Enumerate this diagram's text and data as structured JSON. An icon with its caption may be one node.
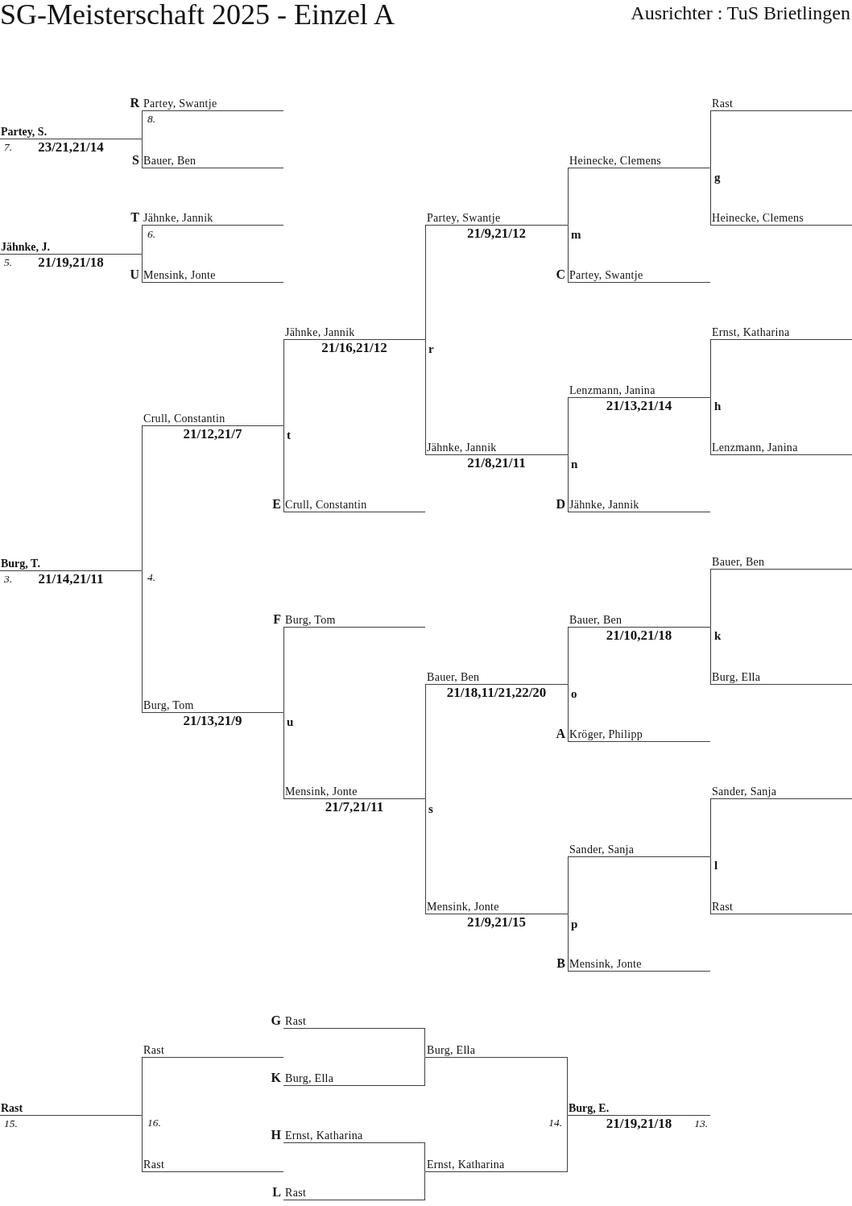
{
  "diagram": {
    "title": "SG-Meisterschaft 2025 - Einzel A",
    "nodes": [
      {
        "text": [
          "Partey, Swantje"
        ],
        "beside": [
          "R"
        ]
      },
      {
        "text": [
          "Rast"
        ]
      },
      {
        "text": [
          "Partey, S."
        ],
        "beside": [
          "7.",
          "23/21,21/14"
        ]
      },
      {
        "text": [
          "Bauer, Ben"
        ],
        "beside": [
          "S"
        ]
      },
      {
        "text": [
          "Heinecke, Clemens"
        ]
      },
      {
        "text": [
          "Jähnke, Jannik"
        ],
        "beside": [
          "T"
        ]
      },
      {
        "text": [
          "Partey, Swantje"
        ],
        "beside": [
          "21/9,21/12"
        ]
      },
      {
        "text": [
          "Heinecke, Clemens"
        ]
      },
      {
        "text": [
          "Jähnke, J."
        ],
        "beside": [
          "5.",
          "21/19,21/18"
        ]
      },
      {
        "text": [
          "Mensink, Jonte"
        ],
        "beside": [
          "U"
        ]
      },
      {
        "text": [
          "Partey, Swantje"
        ],
        "beside": [
          "C"
        ]
      },
      {
        "text": [
          "Jähnke, Jannik"
        ],
        "beside": [
          "21/16,21/12"
        ]
      },
      {
        "text": [
          "Ernst, Katharina"
        ]
      },
      {
        "text": [
          "Lenzmann, Janina"
        ],
        "beside": [
          "21/13,21/14"
        ]
      },
      {
        "text": [
          "Crull, Constantin"
        ],
        "beside": [
          "21/12,21/7"
        ]
      },
      {
        "text": [
          "Jähnke, Jannik"
        ],
        "beside": [
          "21/8,21/11"
        ]
      },
      {
        "text": [
          "Lenzmann, Janina"
        ]
      },
      {
        "text": [
          "Crull, Constantin"
        ],
        "beside": [
          "E"
        ]
      },
      {
        "text": [
          "Jähnke, Jannik"
        ],
        "beside": [
          "D"
        ]
      },
      {
        "text": [
          "Burg, T."
        ],
        "beside": [
          "3.",
          "21/14,21/11"
        ]
      },
      {
        "text": [
          "Bauer, Ben"
        ]
      },
      {
        "text": [
          "Burg, Tom"
        ],
        "beside": [
          "F"
        ]
      },
      {
        "text": [
          "Bauer, Ben"
        ],
        "beside": [
          "21/10,21/18"
        ]
      },
      {
        "text": [
          "Bauer, Ben"
        ],
        "beside": [
          "21/18,11/21,22/20"
        ]
      },
      {
        "text": [
          "Burg, Ella"
        ]
      },
      {
        "text": [
          "Burg, Tom"
        ],
        "beside": [
          "21/13,21/9"
        ]
      },
      {
        "text": [
          "Kröger, Philipp"
        ],
        "beside": [
          "A"
        ]
      },
      {
        "text": [
          "Mensink, Jonte"
        ],
        "beside": [
          "21/7,21/11"
        ]
      },
      {
        "text": [
          "Sander, Sanja"
        ]
      },
      {
        "text": [
          "Sander, Sanja"
        ]
      },
      {
        "text": [
          "Mensink, Jonte"
        ],
        "beside": [
          "21/9,21/15"
        ]
      },
      {
        "text": [
          "Rast"
        ]
      },
      {
        "text": [
          "Mensink, Jonte"
        ],
        "beside": [
          "B"
        ]
      },
      {
        "text": [
          "Rast"
        ],
        "beside": [
          "G"
        ]
      },
      {
        "text": [
          "Rast"
        ]
      },
      {
        "text": [
          "Burg, Ella"
        ]
      },
      {
        "text": [
          "Burg, Ella"
        ],
        "beside": [
          "K"
        ]
      },
      {
        "text": [
          "Rast"
        ],
        "beside": [
          "15."
        ]
      },
      {
        "text": [
          "Burg, E."
        ],
        "beside": [
          "21/19,21/18",
          "13."
        ]
      },
      {
        "text": [
          "Ernst, Katharina"
        ],
        "beside": [
          "H"
        ]
      },
      {
        "text": [
          "Rast"
        ]
      },
      {
        "text": [
          "Ernst, Katharina"
        ]
      },
      {
        "text": [
          "Rast"
        ],
        "beside": [
          "L"
        ]
      }
    ],
    "edges": [
      {
        "from": 0,
        "to": 2,
        "arrow": "none"
      },
      {
        "from": 3,
        "to": 2,
        "arrow": "none"
      },
      {
        "from": 5,
        "to": 8,
        "arrow": "none"
      },
      {
        "from": 9,
        "to": 8,
        "arrow": "none"
      },
      {
        "from": 1,
        "to": 4,
        "arrow": "none"
      },
      {
        "from": 7,
        "to": 4,
        "arrow": "none"
      },
      {
        "from": 4,
        "to": 6,
        "arrow": "none"
      },
      {
        "from": 10,
        "to": 6,
        "arrow": "none"
      },
      {
        "from": 12,
        "to": 13,
        "arrow": "none"
      },
      {
        "from": 16,
        "to": 13,
        "arrow": "none"
      },
      {
        "from": 13,
        "to": 15,
        "arrow": "none"
      },
      {
        "from": 18,
        "to": 15,
        "arrow": "none"
      },
      {
        "from": 6,
        "to": 11,
        "arrow": "none"
      },
      {
        "from": 15,
        "to": 11,
        "arrow": "none"
      },
      {
        "from": 11,
        "to": 14,
        "arrow": "none"
      },
      {
        "from": 17,
        "to": 14,
        "arrow": "none"
      },
      {
        "from": 14,
        "to": 19,
        "arrow": "none"
      },
      {
        "from": 25,
        "to": 19,
        "arrow": "none"
      },
      {
        "from": 20,
        "to": 22,
        "arrow": "none"
      },
      {
        "from": 24,
        "to": 22,
        "arrow": "none"
      },
      {
        "from": 22,
        "to": 23,
        "arrow": "none"
      },
      {
        "from": 26,
        "to": 23,
        "arrow": "none"
      },
      {
        "from": 28,
        "to": 29,
        "arrow": "none"
      },
      {
        "from": 31,
        "to": 29,
        "arrow": "none"
      },
      {
        "from": 29,
        "to": 30,
        "arrow": "none"
      },
      {
        "from": 32,
        "to": 30,
        "arrow": "none"
      },
      {
        "from": 23,
        "to": 27,
        "arrow": "none"
      },
      {
        "from": 30,
        "to": 27,
        "arrow": "none"
      },
      {
        "from": 21,
        "to": 25,
        "arrow": "none"
      },
      {
        "from": 27,
        "to": 25,
        "arrow": "none"
      },
      {
        "from": 33,
        "to": 35,
        "arrow": "none"
      },
      {
        "from": 36,
        "to": 35,
        "arrow": "none"
      },
      {
        "from": 39,
        "to": 41,
        "arrow": "none"
      },
      {
        "from": 42,
        "to": 41,
        "arrow": "none"
      },
      {
        "from": 35,
        "to": 38,
        "arrow": "none"
      },
      {
        "from": 41,
        "to": 38,
        "arrow": "none"
      },
      {
        "from": 34,
        "to": 37,
        "arrow": "none"
      },
      {
        "from": 40,
        "to": 37,
        "arrow": "none"
      }
    ],
    "labels": [
      "Ausrichter : TuS Brietlingen",
      "8.",
      "g",
      "6.",
      "m",
      "r",
      "h",
      "t",
      "n",
      "4.",
      "k",
      "o",
      "u",
      "s",
      "l",
      "p",
      "16.",
      "14."
    ]
  }
}
